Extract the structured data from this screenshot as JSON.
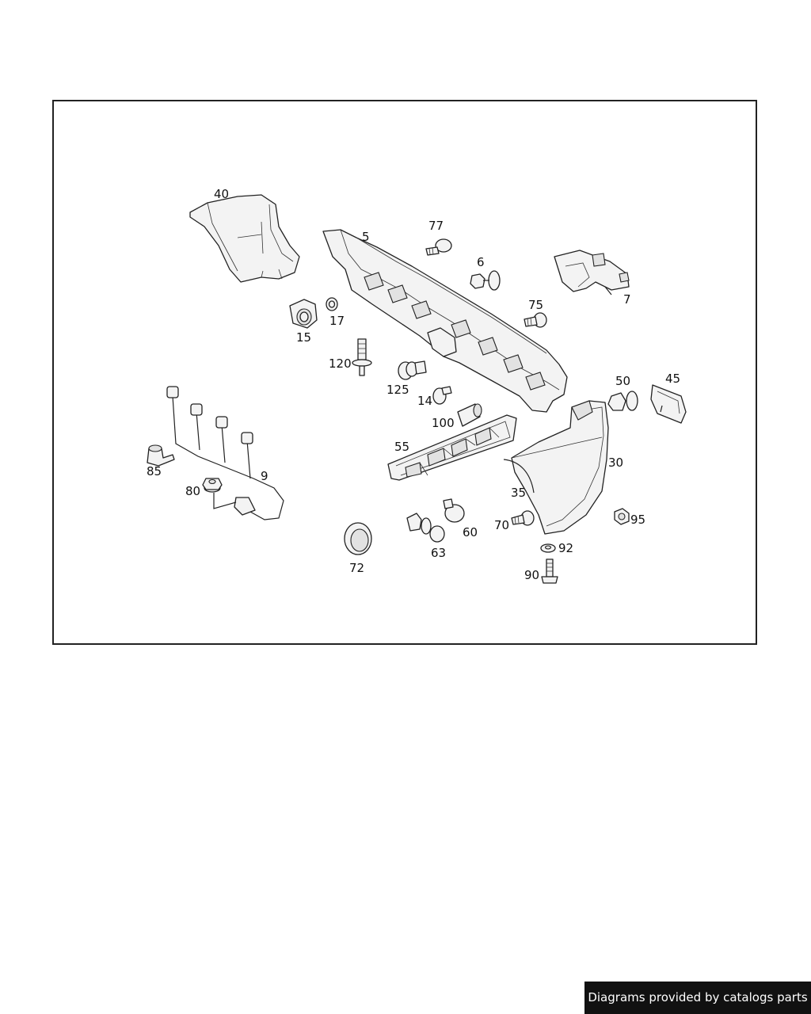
{
  "diagram": {
    "parts": [
      {
        "id": "p40",
        "label": "40",
        "name": "corner-cover-left"
      },
      {
        "id": "p5",
        "label": "5",
        "name": "bumper-support-bar"
      },
      {
        "id": "p77",
        "label": "77",
        "name": "bolt"
      },
      {
        "id": "p6",
        "label": "6",
        "name": "clip"
      },
      {
        "id": "p7",
        "label": "7",
        "name": "bracket-cover"
      },
      {
        "id": "p75",
        "label": "75",
        "name": "screw"
      },
      {
        "id": "p15",
        "label": "15",
        "name": "sensor"
      },
      {
        "id": "p17",
        "label": "17",
        "name": "ring"
      },
      {
        "id": "p120",
        "label": "120",
        "name": "rivet"
      },
      {
        "id": "p125",
        "label": "125",
        "name": "grommet"
      },
      {
        "id": "p14",
        "label": "14",
        "name": "screw-clip"
      },
      {
        "id": "p100",
        "label": "100",
        "name": "spacer-sleeve"
      },
      {
        "id": "p50",
        "label": "50",
        "name": "clip"
      },
      {
        "id": "p45",
        "label": "45",
        "name": "cover-cap"
      },
      {
        "id": "p55",
        "label": "55",
        "name": "guide-bracket"
      },
      {
        "id": "p30",
        "label": "30",
        "name": "corner-cover-right"
      },
      {
        "id": "p35",
        "label": "35",
        "name": "seal-strip"
      },
      {
        "id": "p9",
        "label": "9",
        "name": "wiring-harness"
      },
      {
        "id": "p85",
        "label": "85",
        "name": "holder"
      },
      {
        "id": "p80",
        "label": "80",
        "name": "nut"
      },
      {
        "id": "p60",
        "label": "60",
        "name": "expanding-rivet"
      },
      {
        "id": "p63",
        "label": "63",
        "name": "expanding-rivet"
      },
      {
        "id": "p70",
        "label": "70",
        "name": "screw"
      },
      {
        "id": "p95",
        "label": "95",
        "name": "nut"
      },
      {
        "id": "p92",
        "label": "92",
        "name": "washer"
      },
      {
        "id": "p90",
        "label": "90",
        "name": "bolt"
      },
      {
        "id": "p72",
        "label": "72",
        "name": "cap"
      }
    ]
  },
  "footer": {
    "credit": "Diagrams provided by catalogs parts"
  }
}
